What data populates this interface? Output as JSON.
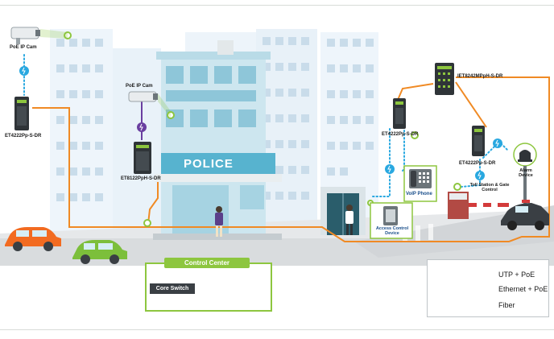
{
  "devices": {
    "poe_cam_left": "PoE IP Cam",
    "poe_cam_building": "PoE IP Cam",
    "et4222_left": "ET4222Pp-S-DR",
    "et8122": "ET8122PpH-S-DR",
    "iet8242": "IET8242MPpH-S-DR",
    "et4222_mid": "ET4222Pp-S-DR",
    "et4222_right": "ET4222Pp-S-DR",
    "voip_phone": "VoIP Phone",
    "access_control": "Access Control Device",
    "toll_station": "Toll Station & Gate Control",
    "alarm_device": "Alarm Device"
  },
  "building": {
    "sign": "POLICE"
  },
  "control_center": {
    "title": "Control Center",
    "core_switch": "Core Switch"
  },
  "legend": {
    "items": [
      {
        "label": "UTP + PoE",
        "style": "dotted",
        "color": "#29a8e0"
      },
      {
        "label": "Ethernet + PoE",
        "style": "solid",
        "color": "#6a3fa0"
      },
      {
        "label": "Fiber",
        "style": "solid",
        "color": "#f08a24"
      }
    ]
  },
  "colors": {
    "accent_green": "#8dc63f",
    "fiber": "#f08a24",
    "utp": "#29a8e0",
    "ethernet": "#6a3fa0"
  }
}
